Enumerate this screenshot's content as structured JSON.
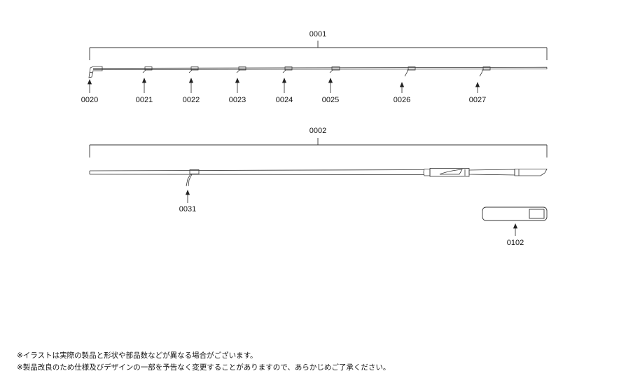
{
  "assemblies": {
    "tip_section": {
      "label": "0001"
    },
    "butt_section": {
      "label": "0002"
    }
  },
  "parts": {
    "top_guide": "0020",
    "guide_1": "0021",
    "guide_2": "0022",
    "guide_3": "0023",
    "guide_4": "0024",
    "guide_5": "0025",
    "guide_6": "0026",
    "guide_7": "0027",
    "butt_guide": "0031",
    "rod_band": "0102"
  },
  "notes": [
    "※イラストは実際の製品と形状や部品数などが異なる場合がございます。",
    "※製品改良のため仕様及びデザインの一部を予告なく変更することがありますので、あらかじめご了承ください。"
  ]
}
